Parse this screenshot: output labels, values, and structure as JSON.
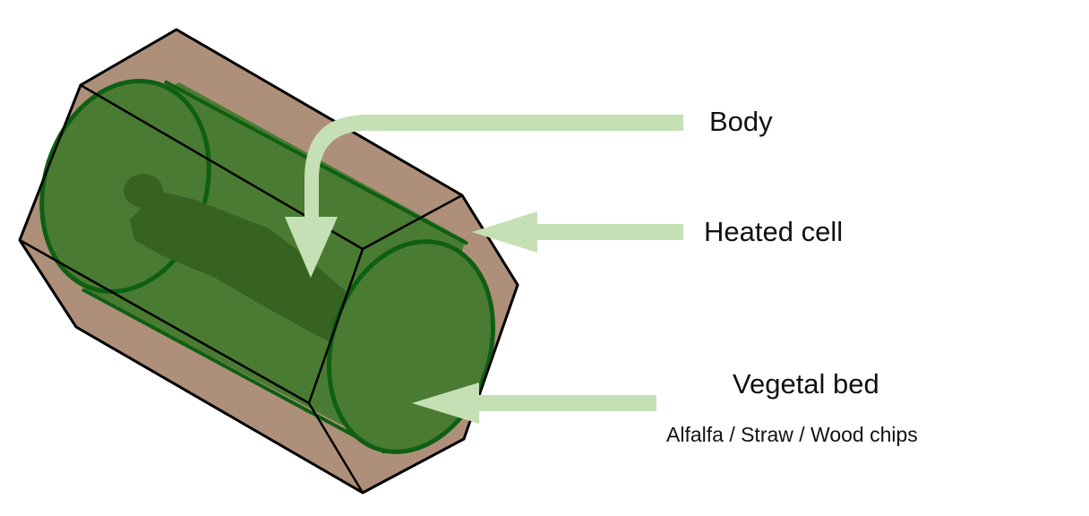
{
  "labels": {
    "body": "Body",
    "heated_cell": "Heated cell",
    "vegetal_bed": "Vegetal bed",
    "vegetal_bed_materials": "Alfalfa / Straw / Wood chips"
  },
  "colors": {
    "outer_box": "#ae8f7a",
    "outline": "#000000",
    "cylinder_fill": "#4a7b33",
    "cylinder_stroke": "#0e5f12",
    "body_silhouette": "#366321",
    "arrow": "#c6e0b5"
  }
}
